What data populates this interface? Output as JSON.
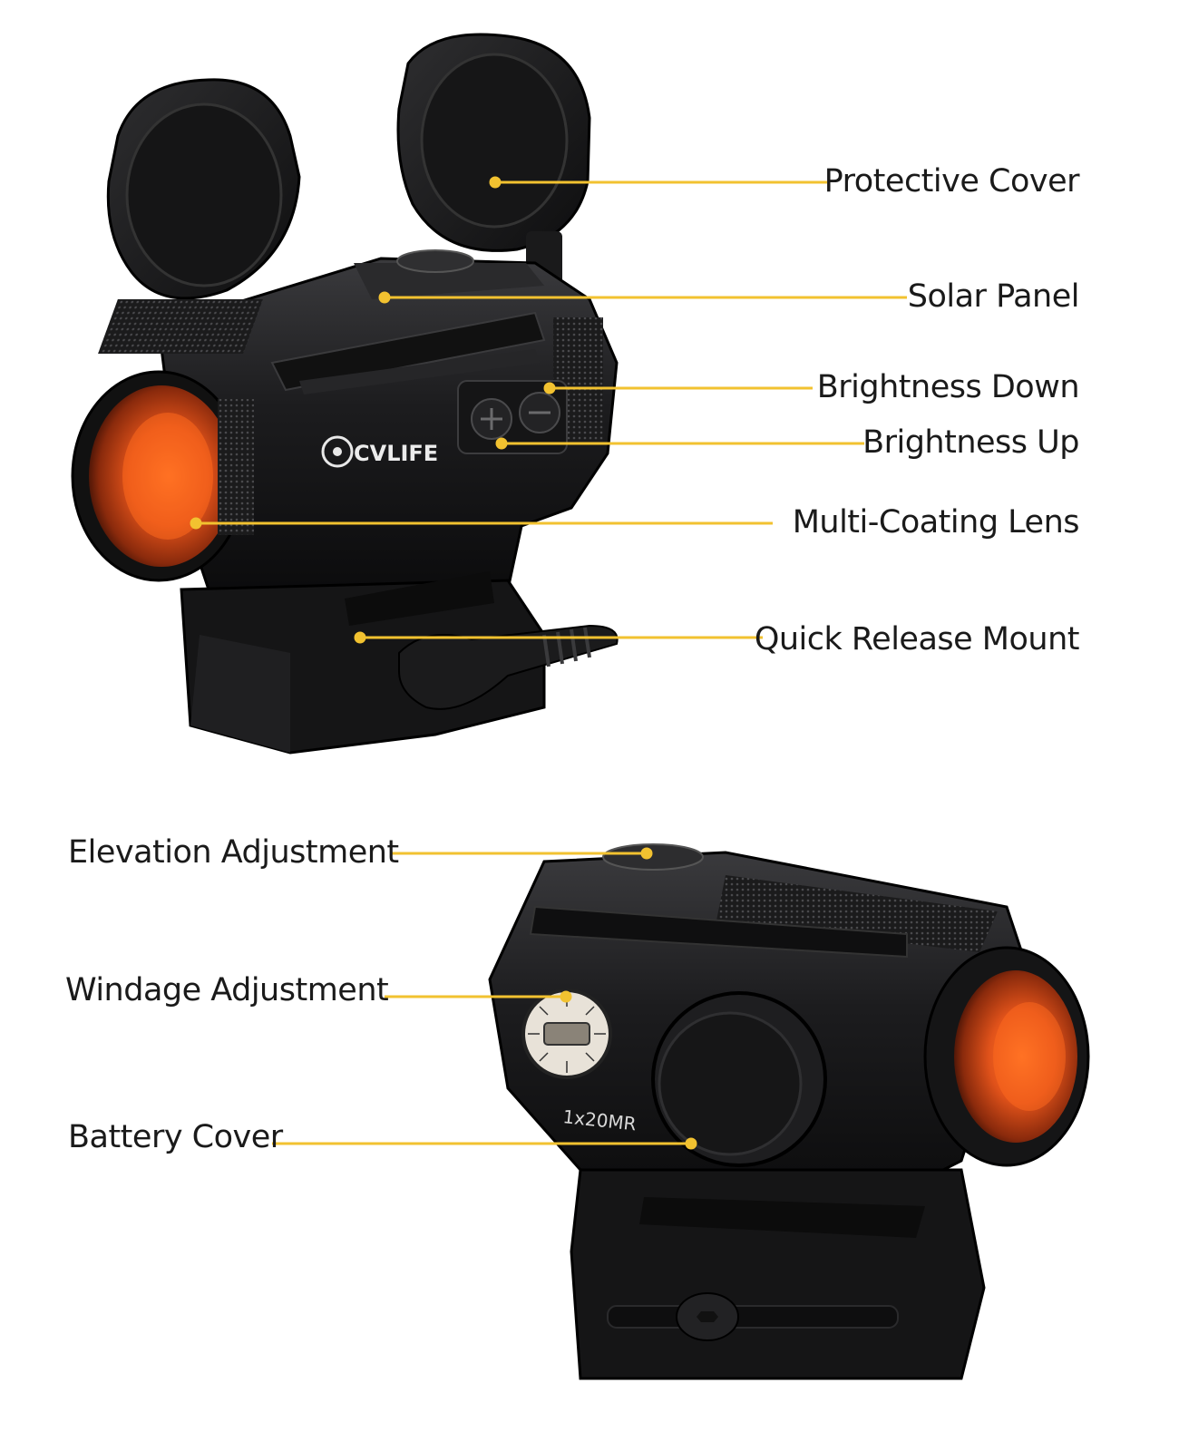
{
  "colors": {
    "leader": "#f2c230",
    "dot": "#f2c230",
    "body": "#1b1b1d",
    "lens": "#e0521a"
  },
  "brand": {
    "logo_text": "CVLIFE",
    "logo_mark": "c-circle-logo"
  },
  "scope_bottom": {
    "model_text": "1x20MR"
  },
  "callouts_top": [
    {
      "label": "Protective Cover"
    },
    {
      "label": "Solar Panel"
    },
    {
      "label": "Brightness Down"
    },
    {
      "label": "Brightness Up"
    },
    {
      "label": "Multi-Coating Lens"
    },
    {
      "label": "Quick Release Mount"
    }
  ],
  "callouts_bottom": [
    {
      "label": "Elevation Adjustment"
    },
    {
      "label": "Windage Adjustment"
    },
    {
      "label": "Battery Cover"
    }
  ]
}
